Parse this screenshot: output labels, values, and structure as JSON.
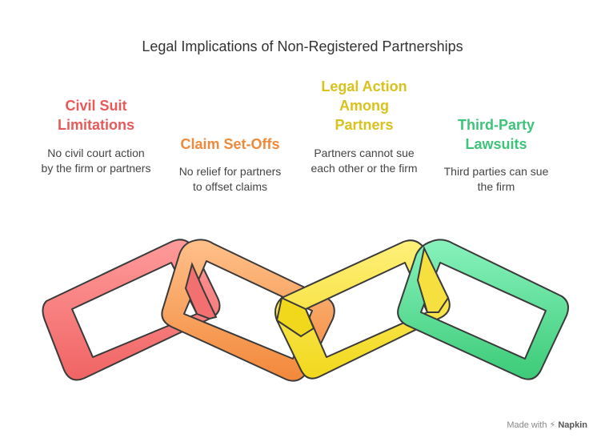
{
  "title": "Legal Implications of Non-Registered Partnerships",
  "items": [
    {
      "heading": "Civil Suit Limitations",
      "description": "No civil court action by the firm or partners",
      "color": "#e85a5a"
    },
    {
      "heading": "Claim Set-Offs",
      "description": "No relief for partners to offset claims",
      "color": "#ee8a3c"
    },
    {
      "heading": "Legal Action Among Partners",
      "description": "Partners cannot sue each other or the firm",
      "color": "#d9c21c"
    },
    {
      "heading": "Third-Party Lawsuits",
      "description": "Third parties can sue the firm",
      "color": "#3ec47a"
    }
  ],
  "footer": {
    "prefix": "Made with",
    "brand": "Napkin"
  }
}
